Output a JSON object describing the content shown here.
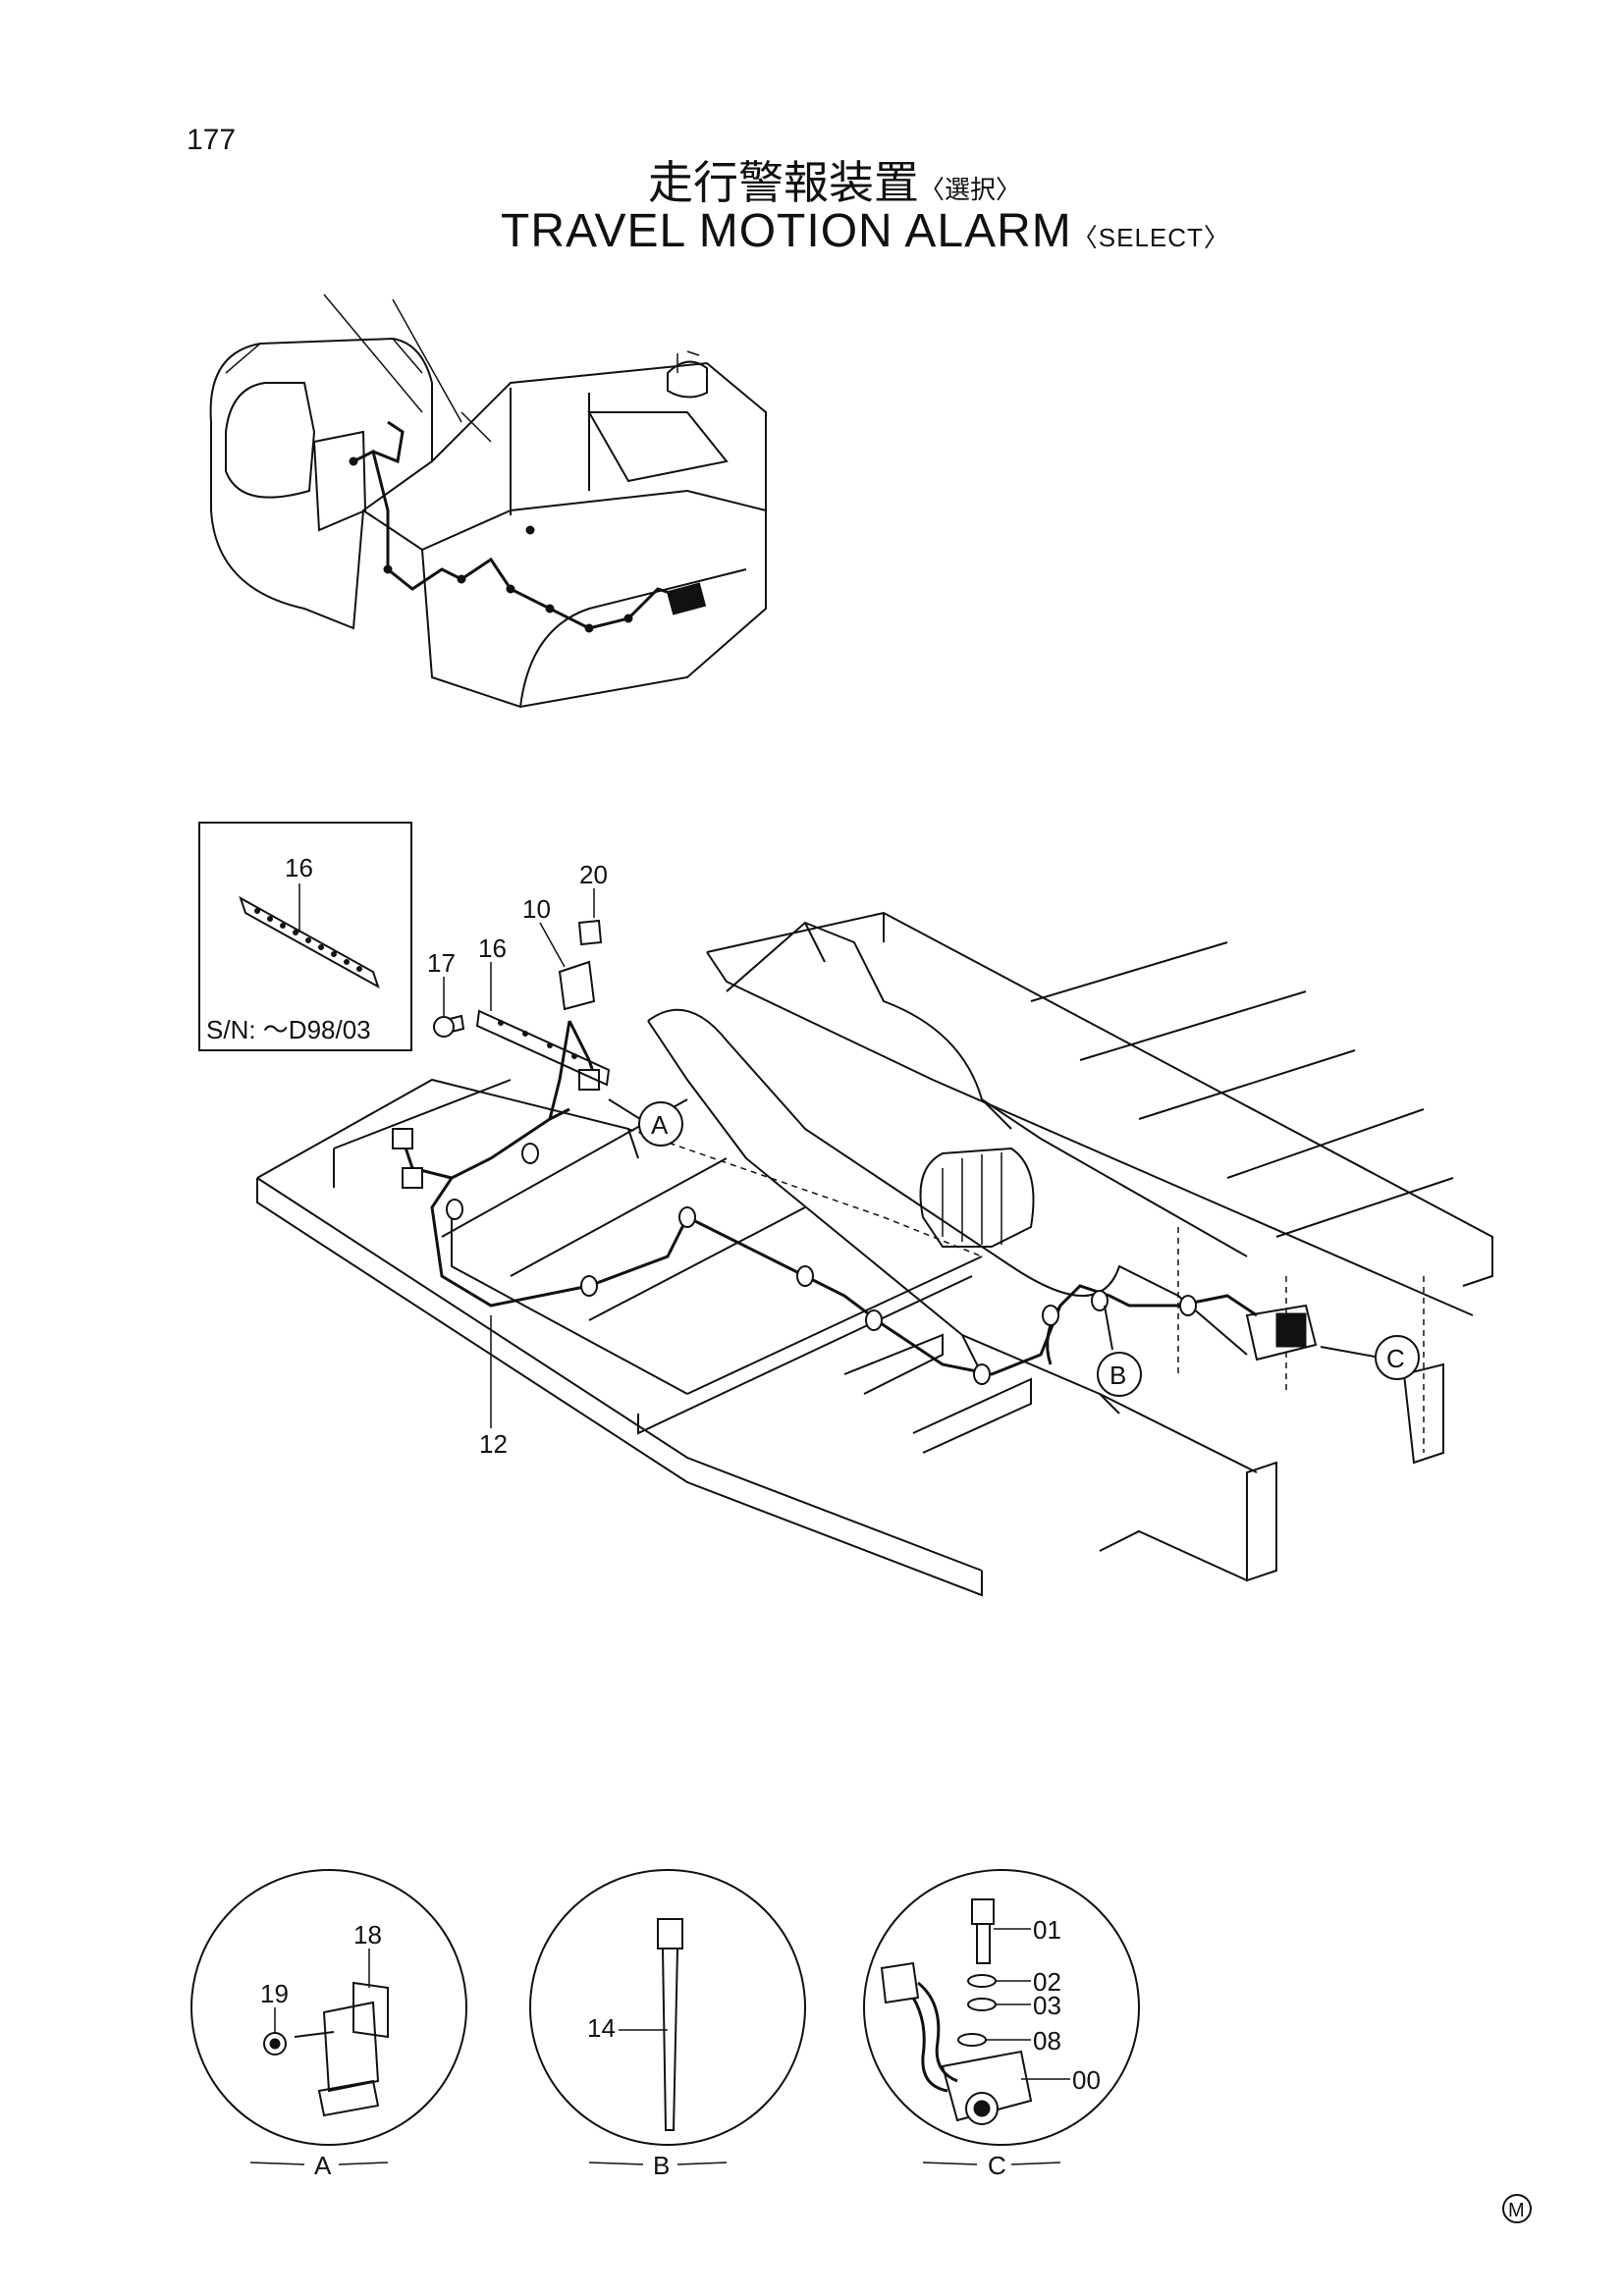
{
  "page_number": "177",
  "title_jp": "走行警報装置",
  "title_jp_sub": "〈選択〉",
  "title_en": "TRAVEL MOTION ALARM",
  "title_en_sub": "〈SELECT〉",
  "inset": {
    "part": "16",
    "serial": "S/N: ～D98/03"
  },
  "main_labels": [
    "20",
    "10",
    "17",
    "16",
    "12"
  ],
  "callouts": [
    "A",
    "B",
    "C"
  ],
  "detail_a": {
    "label": "A",
    "parts": [
      "18",
      "19"
    ]
  },
  "detail_b": {
    "label": "B",
    "parts": [
      "14"
    ]
  },
  "detail_c": {
    "label": "C",
    "parts": [
      "01",
      "02",
      "03",
      "08",
      "00"
    ]
  },
  "corner_mark": "M"
}
